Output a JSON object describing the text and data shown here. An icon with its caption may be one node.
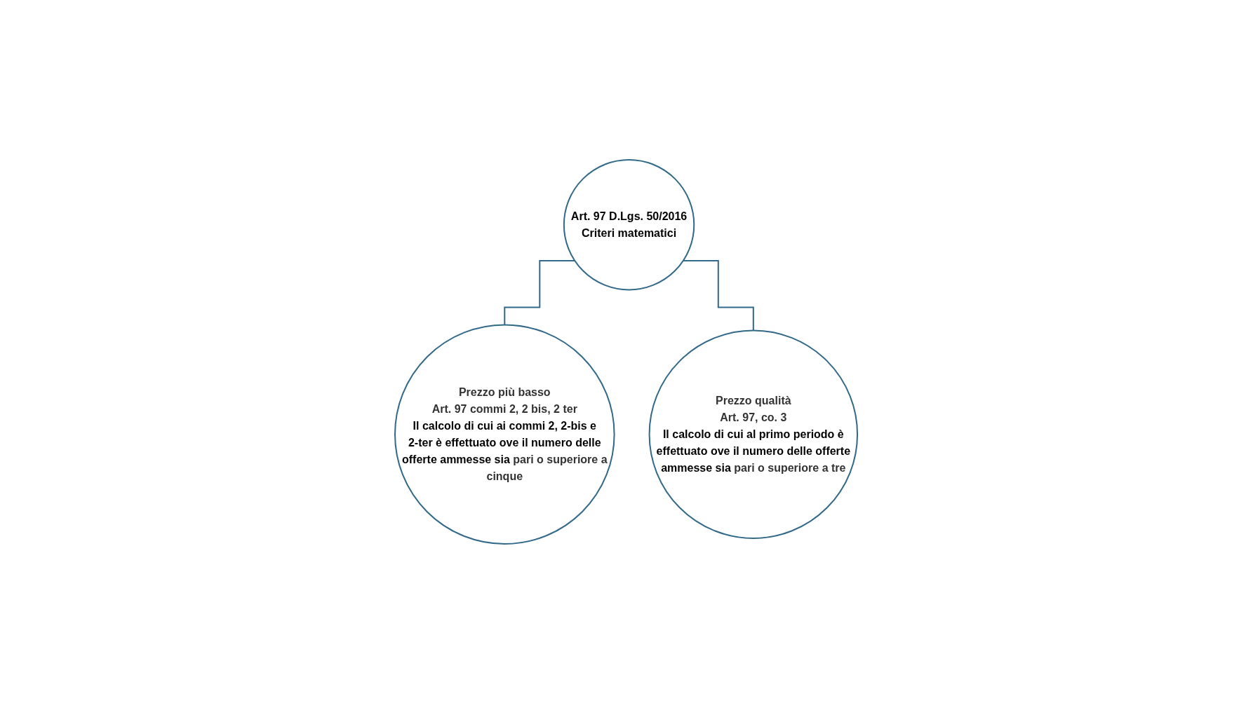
{
  "diagram": {
    "nodes": [
      {
        "text": [
          "Art. 97 D.Lgs. 50/2016",
          "Criteri matematici"
        ]
      },
      {
        "text": [
          "Prezzo più basso",
          "Art. 97 commi 2, 2 bis, 2 ter",
          "Il calcolo di cui ai commi 2, 2-bis e 2-ter è effettuato ove il numero delle offerte ammesse sia **pari o superiore a cinque**"
        ]
      },
      {
        "text": [
          "Prezzo qualità",
          "Art. 97, co. 3",
          "Il calcolo di cui al primo periodo è effettuato ove il numero delle offerte ammesse sia **pari o superiore a tre**"
        ]
      }
    ],
    "edges": [
      {
        "from": 0,
        "to": 1,
        "arrow": "none"
      },
      {
        "from": 0,
        "to": 2,
        "arrow": "none"
      }
    ]
  }
}
